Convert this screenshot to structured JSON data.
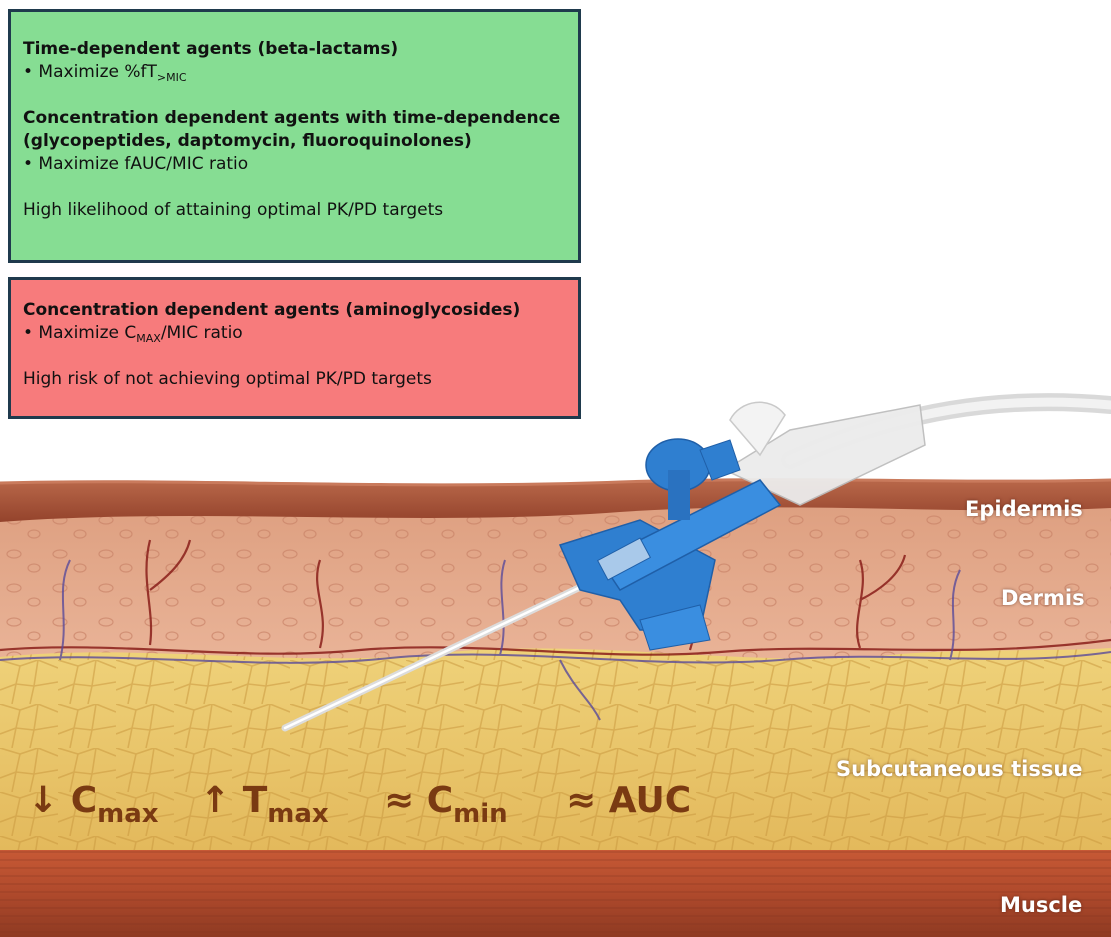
{
  "green_box": {
    "heading1": "Time-dependent agents (beta-lactams)",
    "bullet1_main": "• Maximize %fT",
    "bullet1_sub": ">MIC",
    "heading2_line1": "Concentration dependent agents with time-dependence",
    "heading2_line2": "(glycopeptides, daptomycin, fluoroquinolones)",
    "bullet2": "• Maximize fAUC/MIC ratio",
    "note": "High likelihood of attaining optimal PK/PD targets"
  },
  "red_box": {
    "heading": "Concentration dependent agents (aminoglycosides)",
    "bullet_pre": "• Maximize C",
    "bullet_sub": "MAX",
    "bullet_post": "/MIC ratio",
    "note": "High risk of not achieving optimal PK/PD targets"
  },
  "layers": {
    "epidermis": "Epidermis",
    "dermis": "Dermis",
    "subcutaneous": "Subcutaneous tissue",
    "muscle": "Muscle"
  },
  "pk_parameters": {
    "cmax_arrow": "↓",
    "cmax_main": "C",
    "cmax_sub": "max",
    "tmax_arrow": "↑",
    "tmax_main": "T",
    "tmax_sub": "max",
    "cmin_approx": "≈",
    "cmin_main": "C",
    "cmin_sub": "min",
    "auc_approx": "≈",
    "auc_main": "AUC"
  },
  "colors": {
    "green_box": "#86dd93",
    "red_box": "#f77b7c",
    "box_border": "#1f3a4d",
    "epidermis": "#a6553a",
    "dermis": "#e2a58a",
    "subcutaneous": "#e8c26a",
    "muscle": "#b04a2c",
    "catheter": "#2f7fd0",
    "pk_text": "#7a3a12"
  }
}
